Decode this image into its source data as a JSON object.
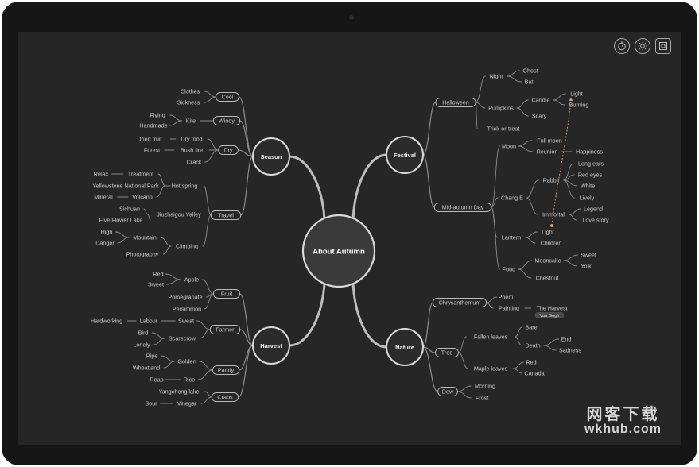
{
  "toolbar": {
    "icons": [
      "timer-icon",
      "theme-icon",
      "fit-screen-icon"
    ]
  },
  "watermark": {
    "cn": "网客下载",
    "en": "wkhub.com"
  },
  "colors": {
    "line": "#8c8c8c",
    "text": "#c9c9c9",
    "center_fill": "#3a3a3a",
    "accent": "#d99a67"
  },
  "mindmap": {
    "center": {
      "label": "About Autumn"
    },
    "branches": [
      {
        "id": "season",
        "label": "Season",
        "children": [
          {
            "id": "cool",
            "label": "Cool",
            "children": [
              {
                "id": "clothes",
                "label": "Clothes"
              },
              {
                "id": "sickness",
                "label": "Sickness"
              }
            ]
          },
          {
            "id": "windy",
            "label": "Windy",
            "children": [
              {
                "id": "kite",
                "label": "Kite",
                "children": [
                  {
                    "id": "flying",
                    "label": "Flying"
                  },
                  {
                    "id": "handmade",
                    "label": "Handmade"
                  }
                ]
              }
            ]
          },
          {
            "id": "dry",
            "label": "Dry",
            "children": [
              {
                "id": "dryfood",
                "label": "Dry food",
                "children": [
                  {
                    "id": "driedfruit",
                    "label": "Dried fruit"
                  }
                ]
              },
              {
                "id": "bushfire",
                "label": "Bush fire",
                "children": [
                  {
                    "id": "forest",
                    "label": "Forest"
                  }
                ]
              },
              {
                "id": "crack",
                "label": "Crack"
              }
            ]
          },
          {
            "id": "travel",
            "label": "Travel",
            "children": [
              {
                "id": "hotspring",
                "label": "Hot spring",
                "children": [
                  {
                    "id": "treatment",
                    "label": "Treatment",
                    "children": [
                      {
                        "id": "relax",
                        "label": "Relax"
                      }
                    ]
                  },
                  {
                    "id": "yellowstone",
                    "label": "Yellowstone National Park"
                  },
                  {
                    "id": "volcano",
                    "label": "Volcano",
                    "children": [
                      {
                        "id": "mineral",
                        "label": "Mineral"
                      }
                    ]
                  }
                ]
              },
              {
                "id": "jiuzhaigou",
                "label": "Jiuzhaigou Valley",
                "children": [
                  {
                    "id": "sichuan",
                    "label": "Sichuan"
                  },
                  {
                    "id": "fiveflower",
                    "label": "Five Flower Lake"
                  }
                ]
              },
              {
                "id": "climbing",
                "label": "Climbing",
                "children": [
                  {
                    "id": "mountain",
                    "label": "Mountain",
                    "children": [
                      {
                        "id": "high",
                        "label": "High"
                      },
                      {
                        "id": "danger",
                        "label": "Danger"
                      }
                    ]
                  },
                  {
                    "id": "photography",
                    "label": "Photography"
                  }
                ]
              }
            ]
          }
        ]
      },
      {
        "id": "harvest",
        "label": "Harvest",
        "children": [
          {
            "id": "fruit",
            "label": "Fruit",
            "children": [
              {
                "id": "apple",
                "label": "Apple",
                "children": [
                  {
                    "id": "red",
                    "label": "Red"
                  },
                  {
                    "id": "sweet",
                    "label": "Sweet"
                  }
                ]
              },
              {
                "id": "pomegranate",
                "label": "Pomegranate"
              },
              {
                "id": "persimmon",
                "label": "Persimmon"
              }
            ]
          },
          {
            "id": "farmer",
            "label": "Farmer",
            "children": [
              {
                "id": "sweat",
                "label": "Sweat",
                "children": [
                  {
                    "id": "labour",
                    "label": "Labour",
                    "children": [
                      {
                        "id": "hardworking",
                        "label": "Hardworking"
                      }
                    ]
                  }
                ]
              },
              {
                "id": "scarecrow",
                "label": "Scarecrow",
                "children": [
                  {
                    "id": "bird",
                    "label": "Bird"
                  },
                  {
                    "id": "lonely",
                    "label": "Lonely"
                  }
                ]
              }
            ]
          },
          {
            "id": "paddy",
            "label": "Paddy",
            "children": [
              {
                "id": "golden",
                "label": "Golden",
                "children": [
                  {
                    "id": "ripe",
                    "label": "Ripe"
                  },
                  {
                    "id": "wheatland",
                    "label": "Wheatland"
                  }
                ]
              },
              {
                "id": "rice",
                "label": "Rice",
                "children": [
                  {
                    "id": "reap",
                    "label": "Reap"
                  }
                ]
              }
            ]
          },
          {
            "id": "crabs",
            "label": "Crabs",
            "children": [
              {
                "id": "yangcheng",
                "label": "Yangcheng lake"
              },
              {
                "id": "vinegar",
                "label": "Vinegar",
                "children": [
                  {
                    "id": "sour",
                    "label": "Sour"
                  }
                ]
              }
            ]
          }
        ]
      },
      {
        "id": "festival",
        "label": "Festival",
        "children": [
          {
            "id": "halloween",
            "label": "Halloween",
            "children": [
              {
                "id": "night",
                "label": "Night",
                "children": [
                  {
                    "id": "ghost",
                    "label": "Ghost"
                  },
                  {
                    "id": "bat",
                    "label": "Bat"
                  }
                ]
              },
              {
                "id": "pumpkins",
                "label": "Pumpkins",
                "children": [
                  {
                    "id": "candle",
                    "label": "Candle",
                    "children": [
                      {
                        "id": "light1",
                        "label": "Light"
                      },
                      {
                        "id": "burning",
                        "label": "Burning"
                      }
                    ]
                  },
                  {
                    "id": "scary",
                    "label": "Scary"
                  }
                ]
              },
              {
                "id": "trick",
                "label": "Trick-or-treat"
              }
            ]
          },
          {
            "id": "midautumn",
            "label": "Mid-autumn Day",
            "children": [
              {
                "id": "moon",
                "label": "Moon",
                "children": [
                  {
                    "id": "fullmoon",
                    "label": "Full moon"
                  },
                  {
                    "id": "reunion",
                    "label": "Reunion",
                    "children": [
                      {
                        "id": "happiness",
                        "label": "Happiness"
                      }
                    ]
                  }
                ]
              },
              {
                "id": "change",
                "label": "Chang E",
                "children": [
                  {
                    "id": "rabbit",
                    "label": "Rabbit",
                    "children": [
                      {
                        "id": "longears",
                        "label": "Long ears"
                      },
                      {
                        "id": "redeyes",
                        "label": "Red eyes"
                      },
                      {
                        "id": "white",
                        "label": "White"
                      },
                      {
                        "id": "lively",
                        "label": "Lively"
                      }
                    ]
                  },
                  {
                    "id": "immortal",
                    "label": "Immortal",
                    "children": [
                      {
                        "id": "legend",
                        "label": "Legend"
                      },
                      {
                        "id": "lovestory",
                        "label": "Love story"
                      }
                    ]
                  }
                ]
              },
              {
                "id": "lantern",
                "label": "Lantern",
                "children": [
                  {
                    "id": "light2",
                    "label": "Light"
                  },
                  {
                    "id": "children",
                    "label": "Children"
                  }
                ]
              },
              {
                "id": "food",
                "label": "Food",
                "children": [
                  {
                    "id": "mooncake",
                    "label": "Mooncake",
                    "children": [
                      {
                        "id": "sweet2",
                        "label": "Sweet"
                      },
                      {
                        "id": "yolk",
                        "label": "Yolk"
                      }
                    ]
                  },
                  {
                    "id": "chestnut",
                    "label": "Chestnut"
                  }
                ]
              }
            ]
          }
        ]
      },
      {
        "id": "nature",
        "label": "Nature",
        "children": [
          {
            "id": "chrysanthemum",
            "label": "Chrysanthemum",
            "children": [
              {
                "id": "poem",
                "label": "Poem"
              },
              {
                "id": "painting",
                "label": "Painting",
                "children": [
                  {
                    "id": "theharvest",
                    "label": "The Harvest",
                    "note": "Van Gogh"
                  }
                ]
              }
            ]
          },
          {
            "id": "tree",
            "label": "Tree",
            "children": [
              {
                "id": "fallenleaves",
                "label": "Fallen leaves",
                "children": [
                  {
                    "id": "bare",
                    "label": "Bare"
                  },
                  {
                    "id": "death",
                    "label": "Death",
                    "children": [
                      {
                        "id": "end",
                        "label": "End"
                      },
                      {
                        "id": "sadness",
                        "label": "Sadness"
                      }
                    ]
                  }
                ]
              },
              {
                "id": "mapleleaves",
                "label": "Maple leaves",
                "children": [
                  {
                    "id": "red2",
                    "label": "Red"
                  },
                  {
                    "id": "canada",
                    "label": "Canada"
                  }
                ]
              }
            ]
          },
          {
            "id": "dew",
            "label": "Dew",
            "children": [
              {
                "id": "morning",
                "label": "Morning"
              },
              {
                "id": "frost",
                "label": "Frost"
              }
            ]
          }
        ]
      }
    ],
    "relationship": {
      "from": "immortal",
      "to": "light1"
    }
  }
}
